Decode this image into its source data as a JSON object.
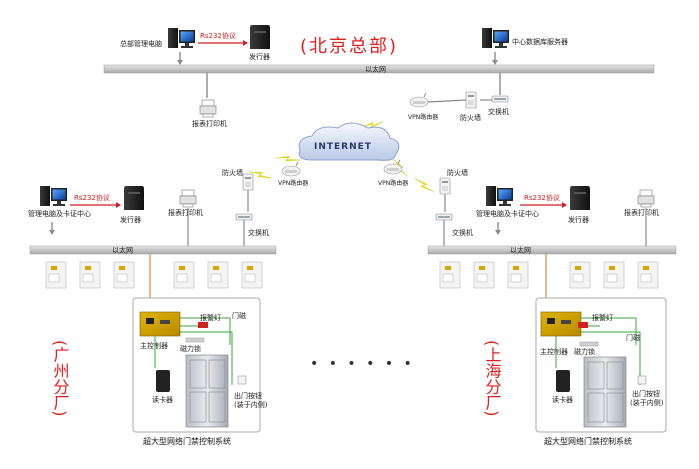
{
  "hq": {
    "title": "(北京总部)",
    "mgmt_pc": "总部管理电脑",
    "protocol": "Rs232协议",
    "issuer": "发行器",
    "server": "中心数据库服务器",
    "ethernet": "以太网",
    "printer": "报表打印机",
    "vpn": "VPN路由器",
    "firewall": "防火墙",
    "switch": "交换机"
  },
  "internet": "INTERNET",
  "left_branch": {
    "name": "(广州分厂)",
    "firewall": "防火墙",
    "vpn": "VPN路由器",
    "switch": "交换机",
    "mgmt_pc": "管理电脑及卡证中心",
    "protocol": "Rs232协议",
    "issuer": "发行器",
    "printer": "报表打印机",
    "ethernet": "以太网",
    "alarm": "报警灯",
    "controller": "主控制器",
    "maglock": "磁力锁",
    "door_sensor": "门磁",
    "reader": "读卡器",
    "exit_button_1": "出门按钮",
    "exit_button_2": "(装于内侧)",
    "system": "超大型网络门禁控制系统"
  },
  "right_branch": {
    "name": "(上海分厂)",
    "firewall": "防火墙",
    "vpn": "VPN路由器",
    "switch": "交换机",
    "mgmt_pc": "管理电脑及卡证中心",
    "protocol": "Rs232协议",
    "issuer": "发行器",
    "printer": "报表打印机",
    "ethernet": "以太网",
    "alarm": "报警灯",
    "controller": "主控制器",
    "maglock": "磁力锁",
    "door_sensor": "门磁",
    "reader": "读卡器",
    "exit_button_1": "出门按钮",
    "exit_button_2": "(装于内侧)",
    "system": "超大型网络门禁控制系统"
  },
  "ellipsis": "• • •   • • •",
  "colors": {
    "title_red": "#e02020",
    "protocol_red": "#d42020",
    "bar_gray": "#c8c8c8",
    "lightning": "#f2e200",
    "cable_orange": "#e08a2a",
    "cable_green": "#3aa63a"
  }
}
